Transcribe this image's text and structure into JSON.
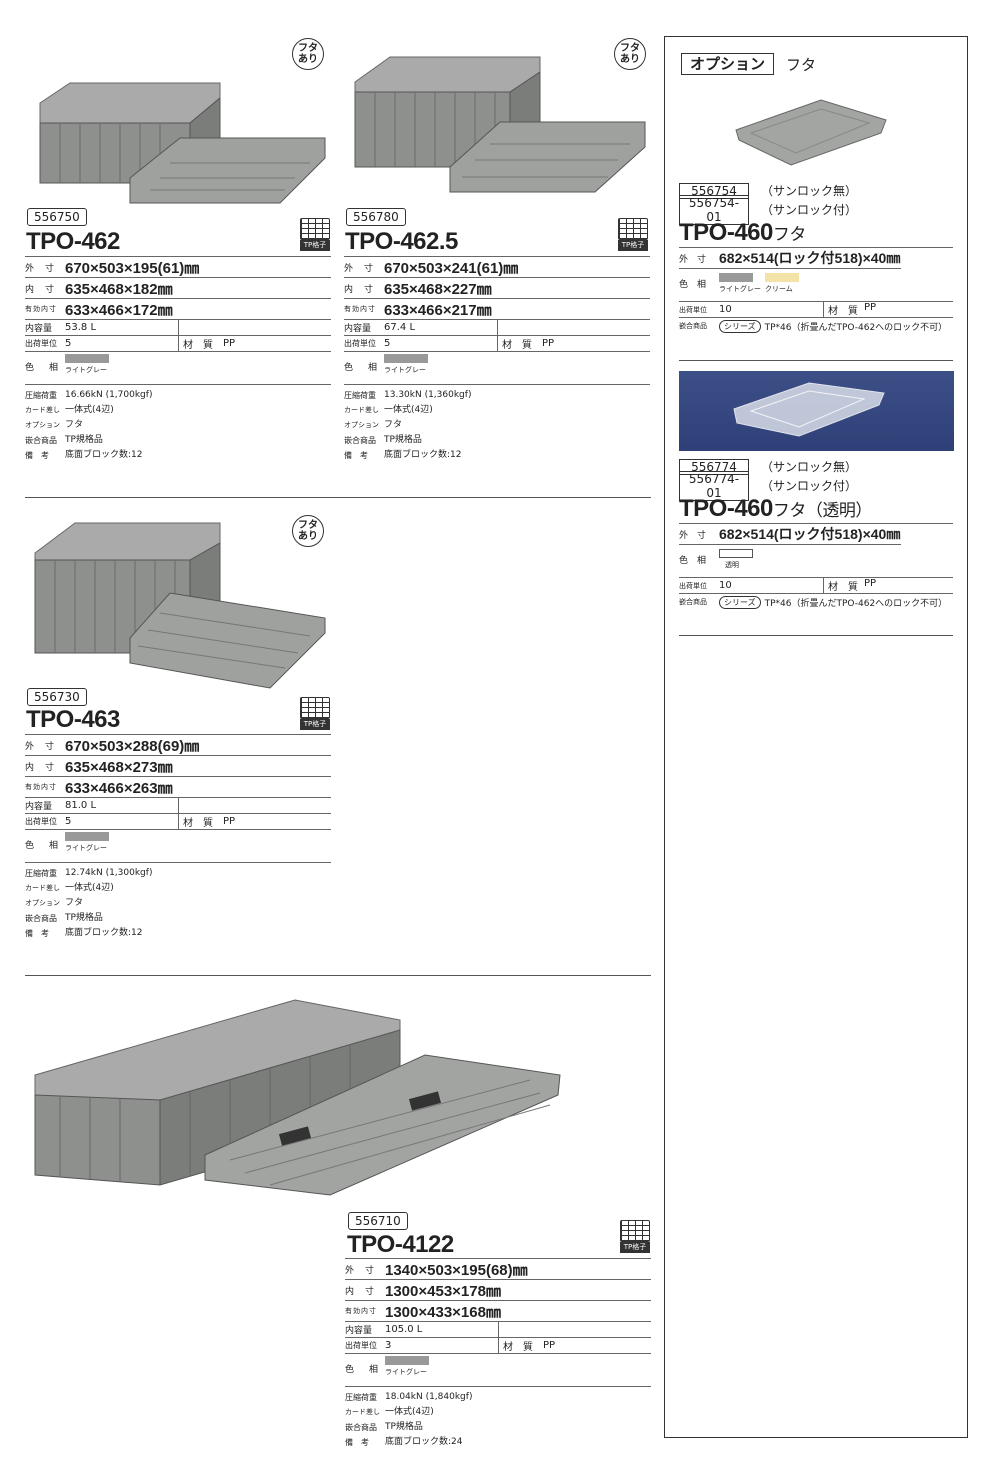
{
  "products": [
    {
      "id": "tpo462",
      "code": "556750",
      "model": "TPO-462",
      "lid_badge": "フタ\nあり",
      "tp_label": "TP格子",
      "dims": [
        {
          "label": "外　寸",
          "value": "670×503×195(61)㎜"
        },
        {
          "label": "内　寸",
          "value": "635×468×182㎜"
        },
        {
          "label": "有効内寸",
          "value": "633×466×172㎜"
        }
      ],
      "capacity_label": "内容量",
      "capacity": "53.8 L",
      "unit_label": "出荷単位",
      "unit": "5",
      "material_label": "材　質",
      "material": "PP",
      "color_label": "色　相",
      "color_name": "ライトグレー",
      "color_hex": "#999999",
      "info": [
        {
          "label": "圧縮荷重",
          "value": "16.66kN (1,700kgf)"
        },
        {
          "label": "カード差し",
          "value": "一体式(4辺)"
        },
        {
          "label": "オプション",
          "value": "フタ"
        },
        {
          "label": "嵌合商品",
          "value": "TP規格品"
        },
        {
          "label": "備　考",
          "value": "底面ブロック数:12"
        }
      ]
    },
    {
      "id": "tpo4625",
      "code": "556780",
      "model": "TPO-462.5",
      "lid_badge": "フタ\nあり",
      "tp_label": "TP格子",
      "dims": [
        {
          "label": "外　寸",
          "value": "670×503×241(61)㎜"
        },
        {
          "label": "内　寸",
          "value": "635×468×227㎜"
        },
        {
          "label": "有効内寸",
          "value": "633×466×217㎜"
        }
      ],
      "capacity_label": "内容量",
      "capacity": "67.4 L",
      "unit_label": "出荷単位",
      "unit": "5",
      "material_label": "材　質",
      "material": "PP",
      "color_label": "色　相",
      "color_name": "ライトグレー",
      "color_hex": "#999999",
      "info": [
        {
          "label": "圧縮荷重",
          "value": "13.30kN (1,360kgf)"
        },
        {
          "label": "カード差し",
          "value": "一体式(4辺)"
        },
        {
          "label": "オプション",
          "value": "フタ"
        },
        {
          "label": "嵌合商品",
          "value": "TP規格品"
        },
        {
          "label": "備　考",
          "value": "底面ブロック数:12"
        }
      ]
    },
    {
      "id": "tpo463",
      "code": "556730",
      "model": "TPO-463",
      "lid_badge": "フタ\nあり",
      "tp_label": "TP格子",
      "dims": [
        {
          "label": "外　寸",
          "value": "670×503×288(69)㎜"
        },
        {
          "label": "内　寸",
          "value": "635×468×273㎜"
        },
        {
          "label": "有効内寸",
          "value": "633×466×263㎜"
        }
      ],
      "capacity_label": "内容量",
      "capacity": "81.0 L",
      "unit_label": "出荷単位",
      "unit": "5",
      "material_label": "材　質",
      "material": "PP",
      "color_label": "色　相",
      "color_name": "ライトグレー",
      "color_hex": "#999999",
      "info": [
        {
          "label": "圧縮荷重",
          "value": "12.74kN (1,300kgf)"
        },
        {
          "label": "カード差し",
          "value": "一体式(4辺)"
        },
        {
          "label": "オプション",
          "value": "フタ"
        },
        {
          "label": "嵌合商品",
          "value": "TP規格品"
        },
        {
          "label": "備　考",
          "value": "底面ブロック数:12"
        }
      ]
    },
    {
      "id": "tpo4122",
      "code": "556710",
      "model": "TPO-4122",
      "tp_label": "TP格子",
      "dims": [
        {
          "label": "外　寸",
          "value": "1340×503×195(68)㎜"
        },
        {
          "label": "内　寸",
          "value": "1300×453×178㎜"
        },
        {
          "label": "有効内寸",
          "value": "1300×433×168㎜"
        }
      ],
      "capacity_label": "内容量",
      "capacity": "105.0 L",
      "unit_label": "出荷単位",
      "unit": "3",
      "material_label": "材　質",
      "material": "PP",
      "color_label": "色　相",
      "color_name": "ライトグレー",
      "color_hex": "#999999",
      "info": [
        {
          "label": "圧縮荷重",
          "value": "18.04kN (1,840kgf)"
        },
        {
          "label": "カード差し",
          "value": "一体式(4辺)"
        },
        {
          "label": "嵌合商品",
          "value": "TP規格品"
        },
        {
          "label": "備　考",
          "value": "底面ブロック数:24"
        }
      ]
    }
  ],
  "option": {
    "header_box": "オプション",
    "header_text": "フタ",
    "lid1": {
      "codes": [
        {
          "code": "556754",
          "note": "（サンロック無）"
        },
        {
          "code": "556754-01",
          "note": "（サンロック付）"
        }
      ],
      "model": "TPO-460",
      "model_suffix": "フタ",
      "dim_label": "外　寸",
      "dim_value": "682×514(ロック付518)×40㎜",
      "color_label": "色　相",
      "colors": [
        {
          "name": "ライトグレー",
          "hex": "#999999"
        },
        {
          "name": "クリーム",
          "hex": "#f4e3a8"
        }
      ],
      "unit_label": "出荷単位",
      "unit": "10",
      "material_label": "材　質",
      "material": "PP",
      "fit_label": "嵌合商品",
      "fit_pill": "シリーズ",
      "fit_value": "TP*46（折畳んだTPO-462へのロック不可）"
    },
    "lid2": {
      "codes": [
        {
          "code": "556774",
          "note": "（サンロック無）"
        },
        {
          "code": "556774-01",
          "note": "（サンロック付）"
        }
      ],
      "model": "TPO-460",
      "model_suffix": "フタ（透明）",
      "dim_label": "外　寸",
      "dim_value": "682×514(ロック付518)×40㎜",
      "color_label": "色　相",
      "colors": [
        {
          "name": "透明",
          "hex": "#ffffff"
        }
      ],
      "unit_label": "出荷単位",
      "unit": "10",
      "material_label": "材　質",
      "material": "PP",
      "fit_label": "嵌合商品",
      "fit_pill": "シリーズ",
      "fit_value": "TP*46（折畳んだTPO-462へのロック不可）"
    }
  }
}
